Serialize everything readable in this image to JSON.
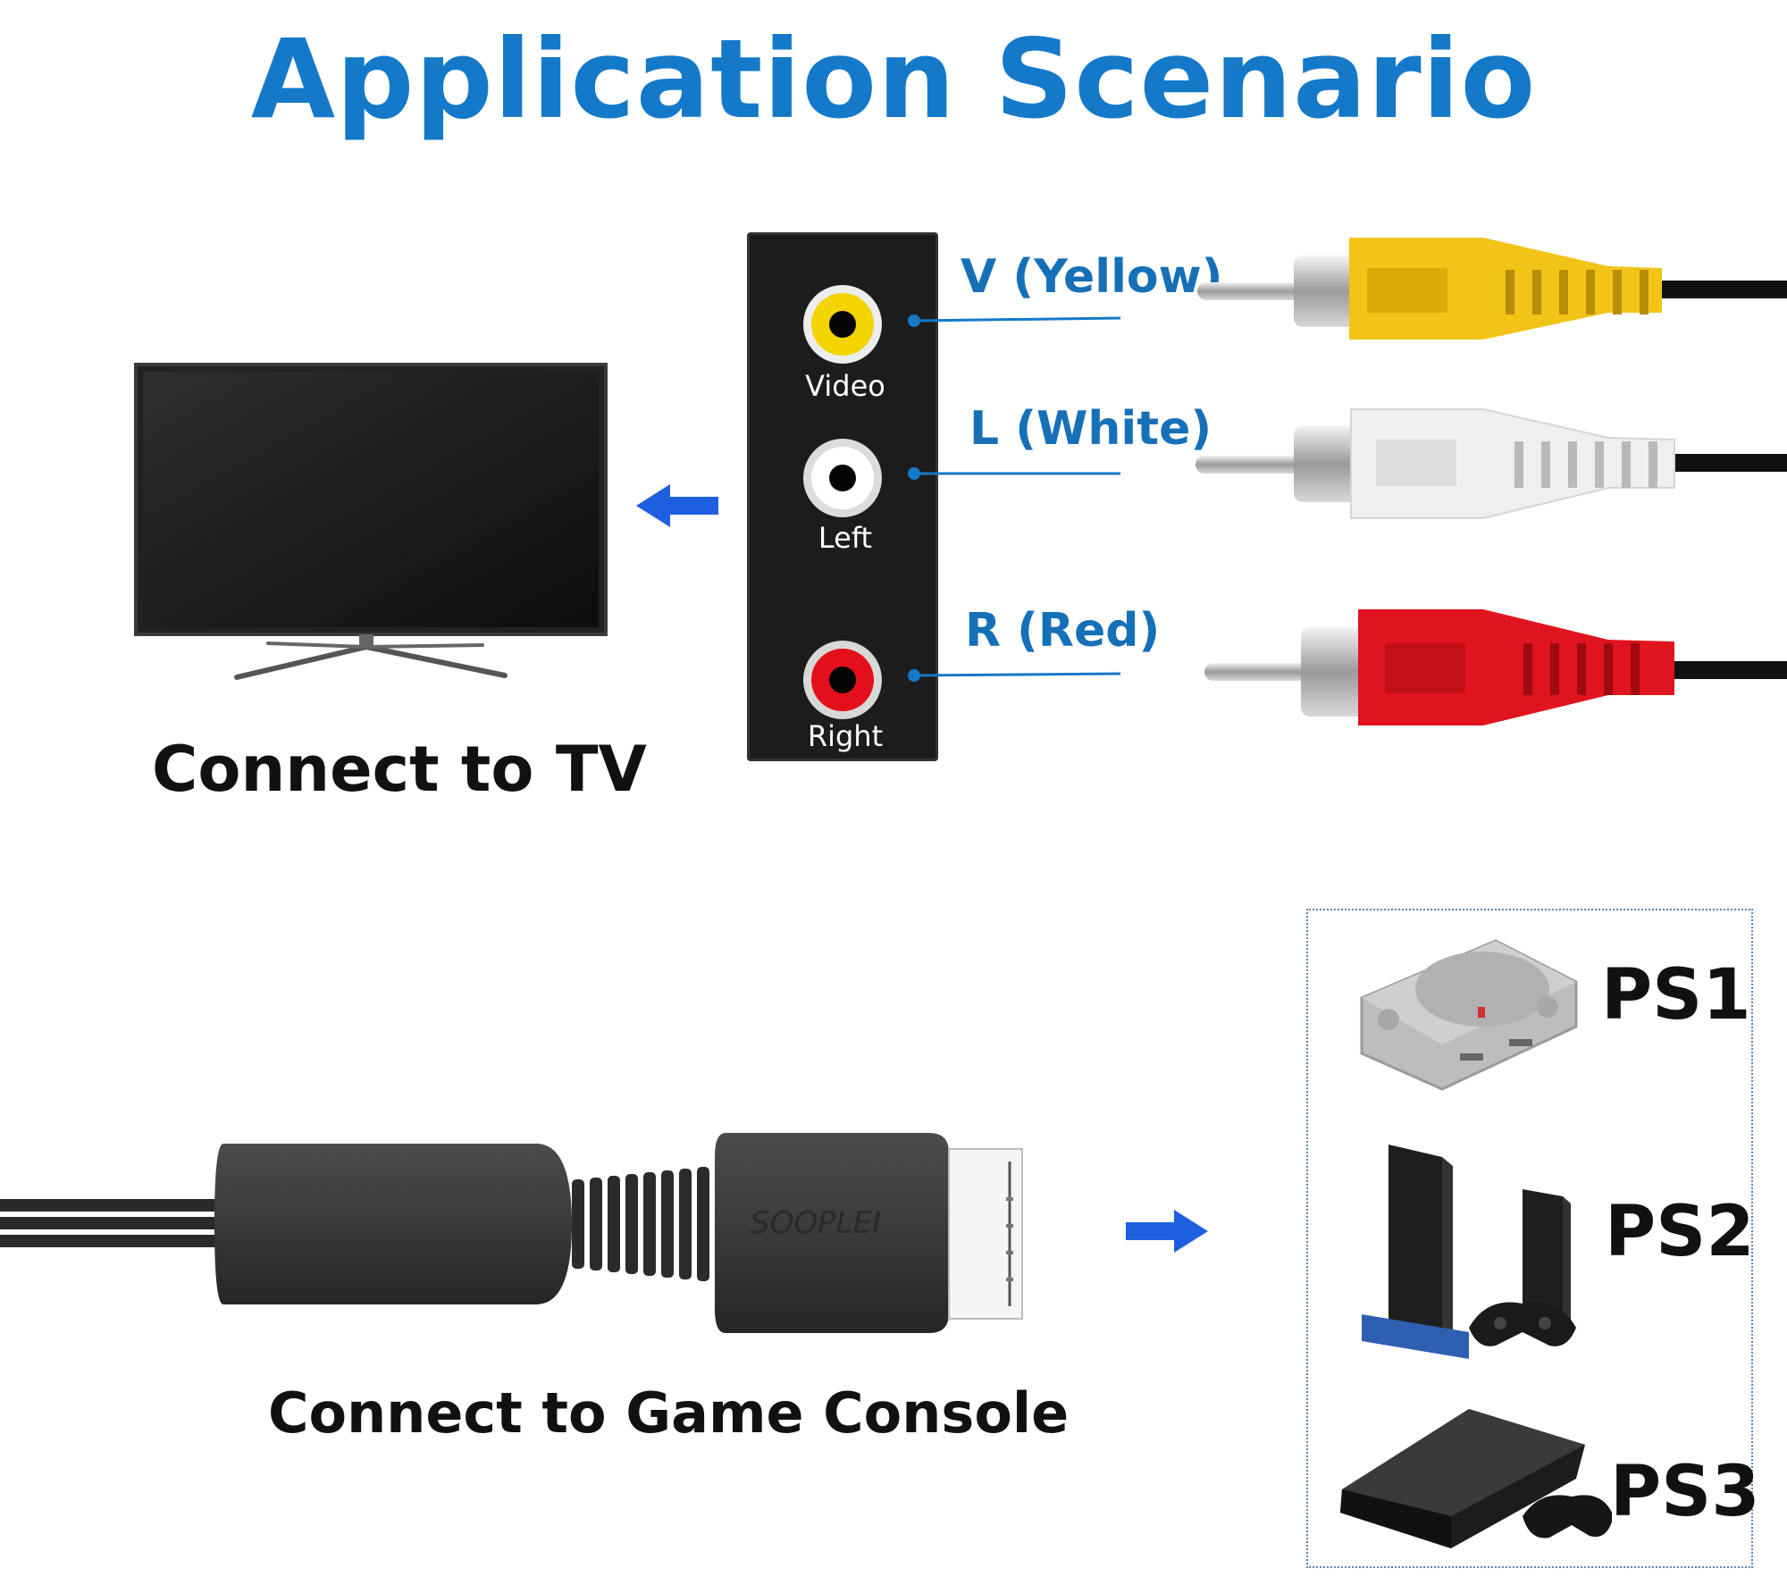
{
  "title": "Application Scenario",
  "tv_caption": "Connect to TV",
  "console_caption": "Connect to Game Console",
  "jacks": [
    {
      "label": "Video",
      "color": "#f3d400"
    },
    {
      "label": "Left",
      "color": "#ffffff"
    },
    {
      "label": "Right",
      "color": "#e3101b"
    }
  ],
  "wires": [
    {
      "label": "V (Yellow)",
      "color": "#f2c417"
    },
    {
      "label": "L (White)",
      "color": "#f0f0f0"
    },
    {
      "label": "R (Red)",
      "color": "#e0141e"
    }
  ],
  "consoles": [
    {
      "label": "PS1"
    },
    {
      "label": "PS2"
    },
    {
      "label": "PS3"
    }
  ],
  "connector_brand": "SOOPLEI",
  "colors": {
    "accent": "#1479c9",
    "arrow": "#1e5fe0",
    "label_blue": "#1670b8"
  }
}
